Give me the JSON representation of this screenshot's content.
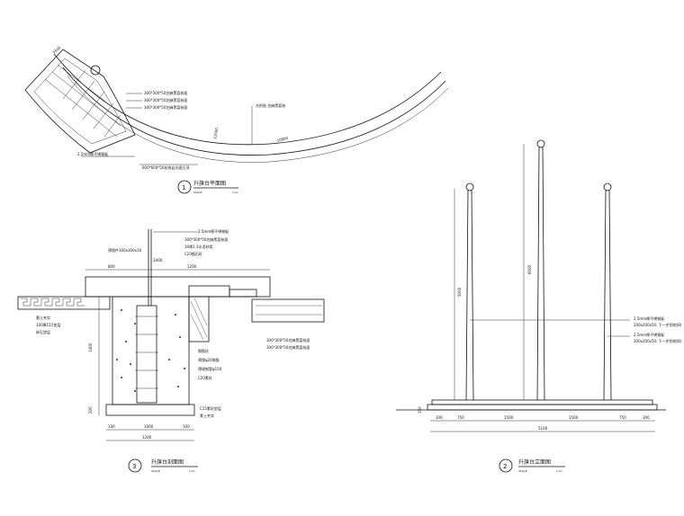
{
  "plan": {
    "title": "升旗台平面图",
    "number": "1",
    "scale_left": "SCALE",
    "scale_right": "1:xx",
    "notes": [
      "300*300*50芝麻黑荔枝面",
      "300*300*50芝麻黑荔枝面",
      "300*300*50芝麻黑荔枝面"
    ],
    "note_bottom_left": "2.5mm厚不锈钢板",
    "note_bottom": "600*600*50花岗岩光面压顶",
    "note_right": "台阶贴 芝麻黑荔枝",
    "dim_top": "5500",
    "dim_mid": "12500",
    "dim_right": "10800"
  },
  "section": {
    "title": "升旗台剖面图",
    "number": "3",
    "scale_left": "SCALE",
    "scale_right": "1:xx",
    "top_note": "2.5mm厚不锈钢板",
    "notes_top": [
      "预埋件300x300x16",
      "300*300*50芝麻黑荔枝面",
      "30厚1:3水泥砂浆",
      "C20细石砼"
    ],
    "notes_left": [
      "素土夯实",
      "100厚C15垫层",
      "碎石垫层"
    ],
    "notes_mid": [
      "钢筋砼",
      "预埋φ20钢筋",
      "预埋钢管φ150",
      "C20素砼"
    ],
    "notes_right": [
      "300*300*50芝麻黑荔枝面",
      "300*300*50芝麻黑荔枝面"
    ],
    "note_bottom": "C15素砼垫层",
    "note_bottom2": "素土夯实",
    "dim_top": [
      "800",
      "1200"
    ],
    "dim_top_total": "3400",
    "dim_height": "1400",
    "dim_base": "200",
    "dim_bottom": [
      "100",
      "1000",
      "100"
    ],
    "dim_bottom_total": "1200"
  },
  "elevation": {
    "title": "升旗台立面图",
    "number": "2",
    "scale_left": "SCALE",
    "scale_right": "1:xx",
    "dim_left_height": "5000",
    "dim_mid_height": "6000",
    "notes_right": [
      "2.5mm厚不锈钢板",
      "200x200x50, 下一步到地(B)",
      "2.5mm厚不锈钢板",
      "200x200x50, 下一步到地(B)"
    ],
    "dims_bottom": [
      "300",
      "750",
      "1500",
      "1500",
      "750",
      "300"
    ],
    "dim_total": "5100",
    "dim_base_height": "150"
  }
}
